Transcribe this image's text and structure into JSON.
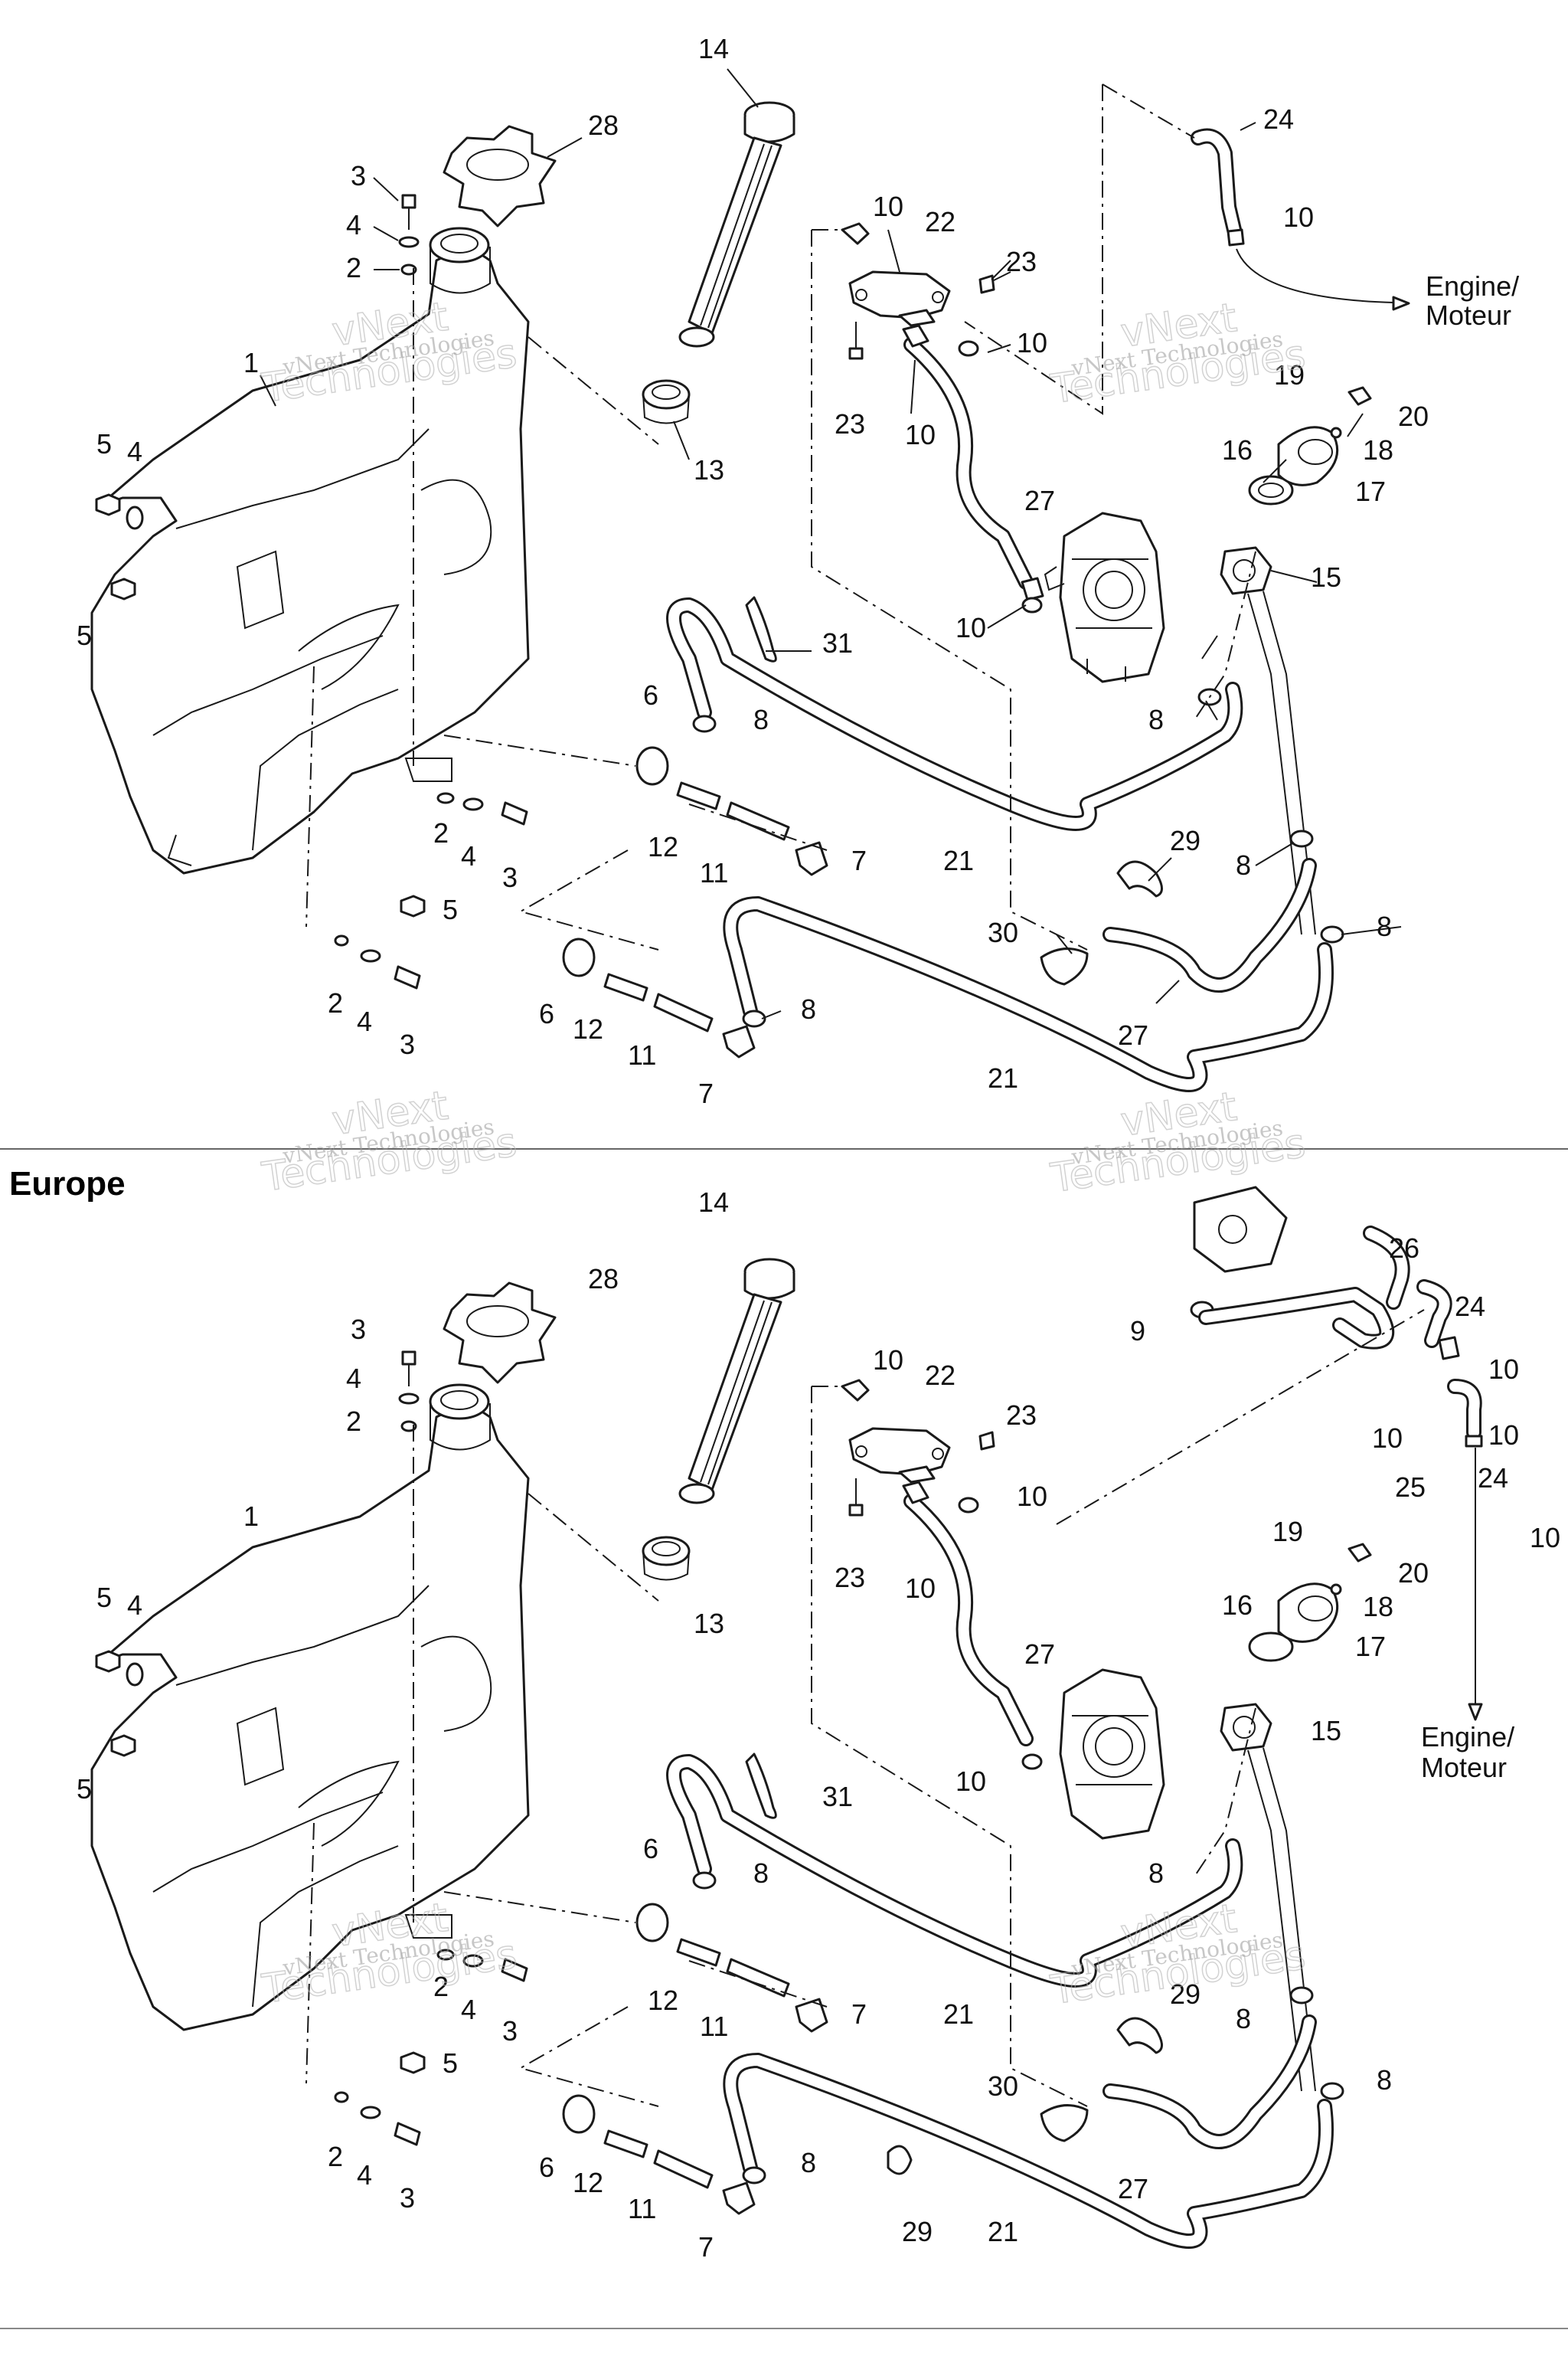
{
  "sections": {
    "top": {
      "title": ""
    },
    "bottom": {
      "title": "Europe"
    }
  },
  "outputs": {
    "engine": [
      "Engine/",
      "Moteur"
    ]
  },
  "watermark": {
    "line1": "vNext Technologies",
    "line2a": "vNext",
    "line2b": "Technologies"
  },
  "part_numbers": [
    "1",
    "2",
    "3",
    "4",
    "5",
    "6",
    "7",
    "8",
    "9",
    "10",
    "11",
    "12",
    "13",
    "14",
    "15",
    "16",
    "17",
    "18",
    "19",
    "20",
    "21",
    "22",
    "23",
    "24",
    "25",
    "26",
    "27",
    "28",
    "29",
    "30",
    "31"
  ],
  "colors": {
    "ink": "#1a1a1a",
    "paper": "#ffffff",
    "watermark": "#9a9a9a"
  }
}
